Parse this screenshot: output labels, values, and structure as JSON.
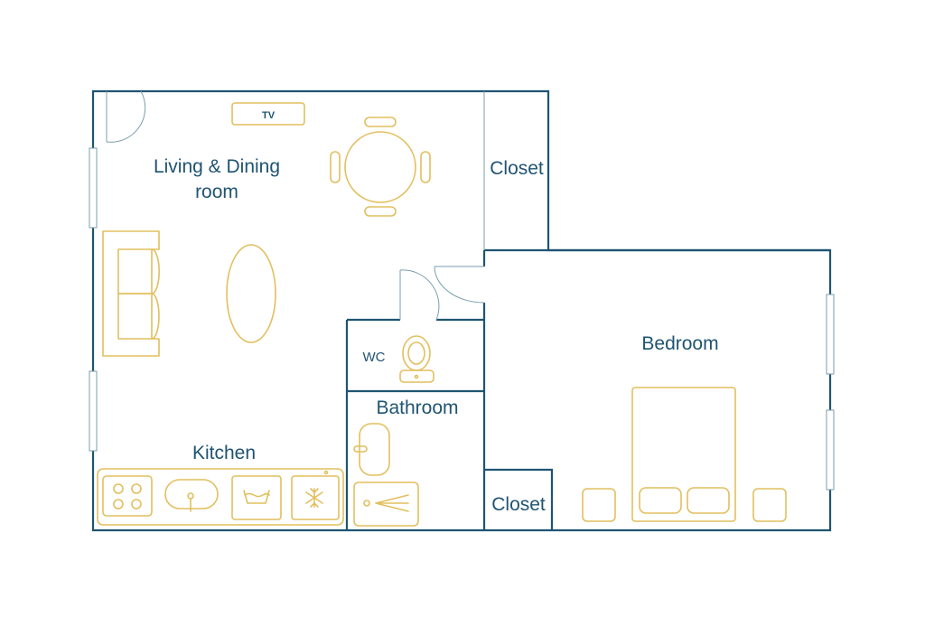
{
  "colors": {
    "wall": "#1f5472",
    "door": "#7a9eae",
    "furniture": "#e2bf5e",
    "text": "#1f5472",
    "background": "#ffffff"
  },
  "labels": {
    "living_dining_line1": "Living & Dining",
    "living_dining_line2": "room",
    "tv": "TV",
    "closet_top": "Closet",
    "closet_bottom": "Closet",
    "bedroom": "Bedroom",
    "wc": "WC",
    "bathroom": "Bathroom",
    "kitchen": "Kitchen"
  },
  "icons": {
    "stove": "stove-icon",
    "sink": "sink-icon",
    "washer": "washing-machine-icon",
    "fridge": "fridge-icon",
    "toilet": "toilet-icon",
    "shower": "shower-icon",
    "bed": "bed-icon",
    "sofa": "sofa-icon",
    "dining_table": "dining-table-icon"
  }
}
